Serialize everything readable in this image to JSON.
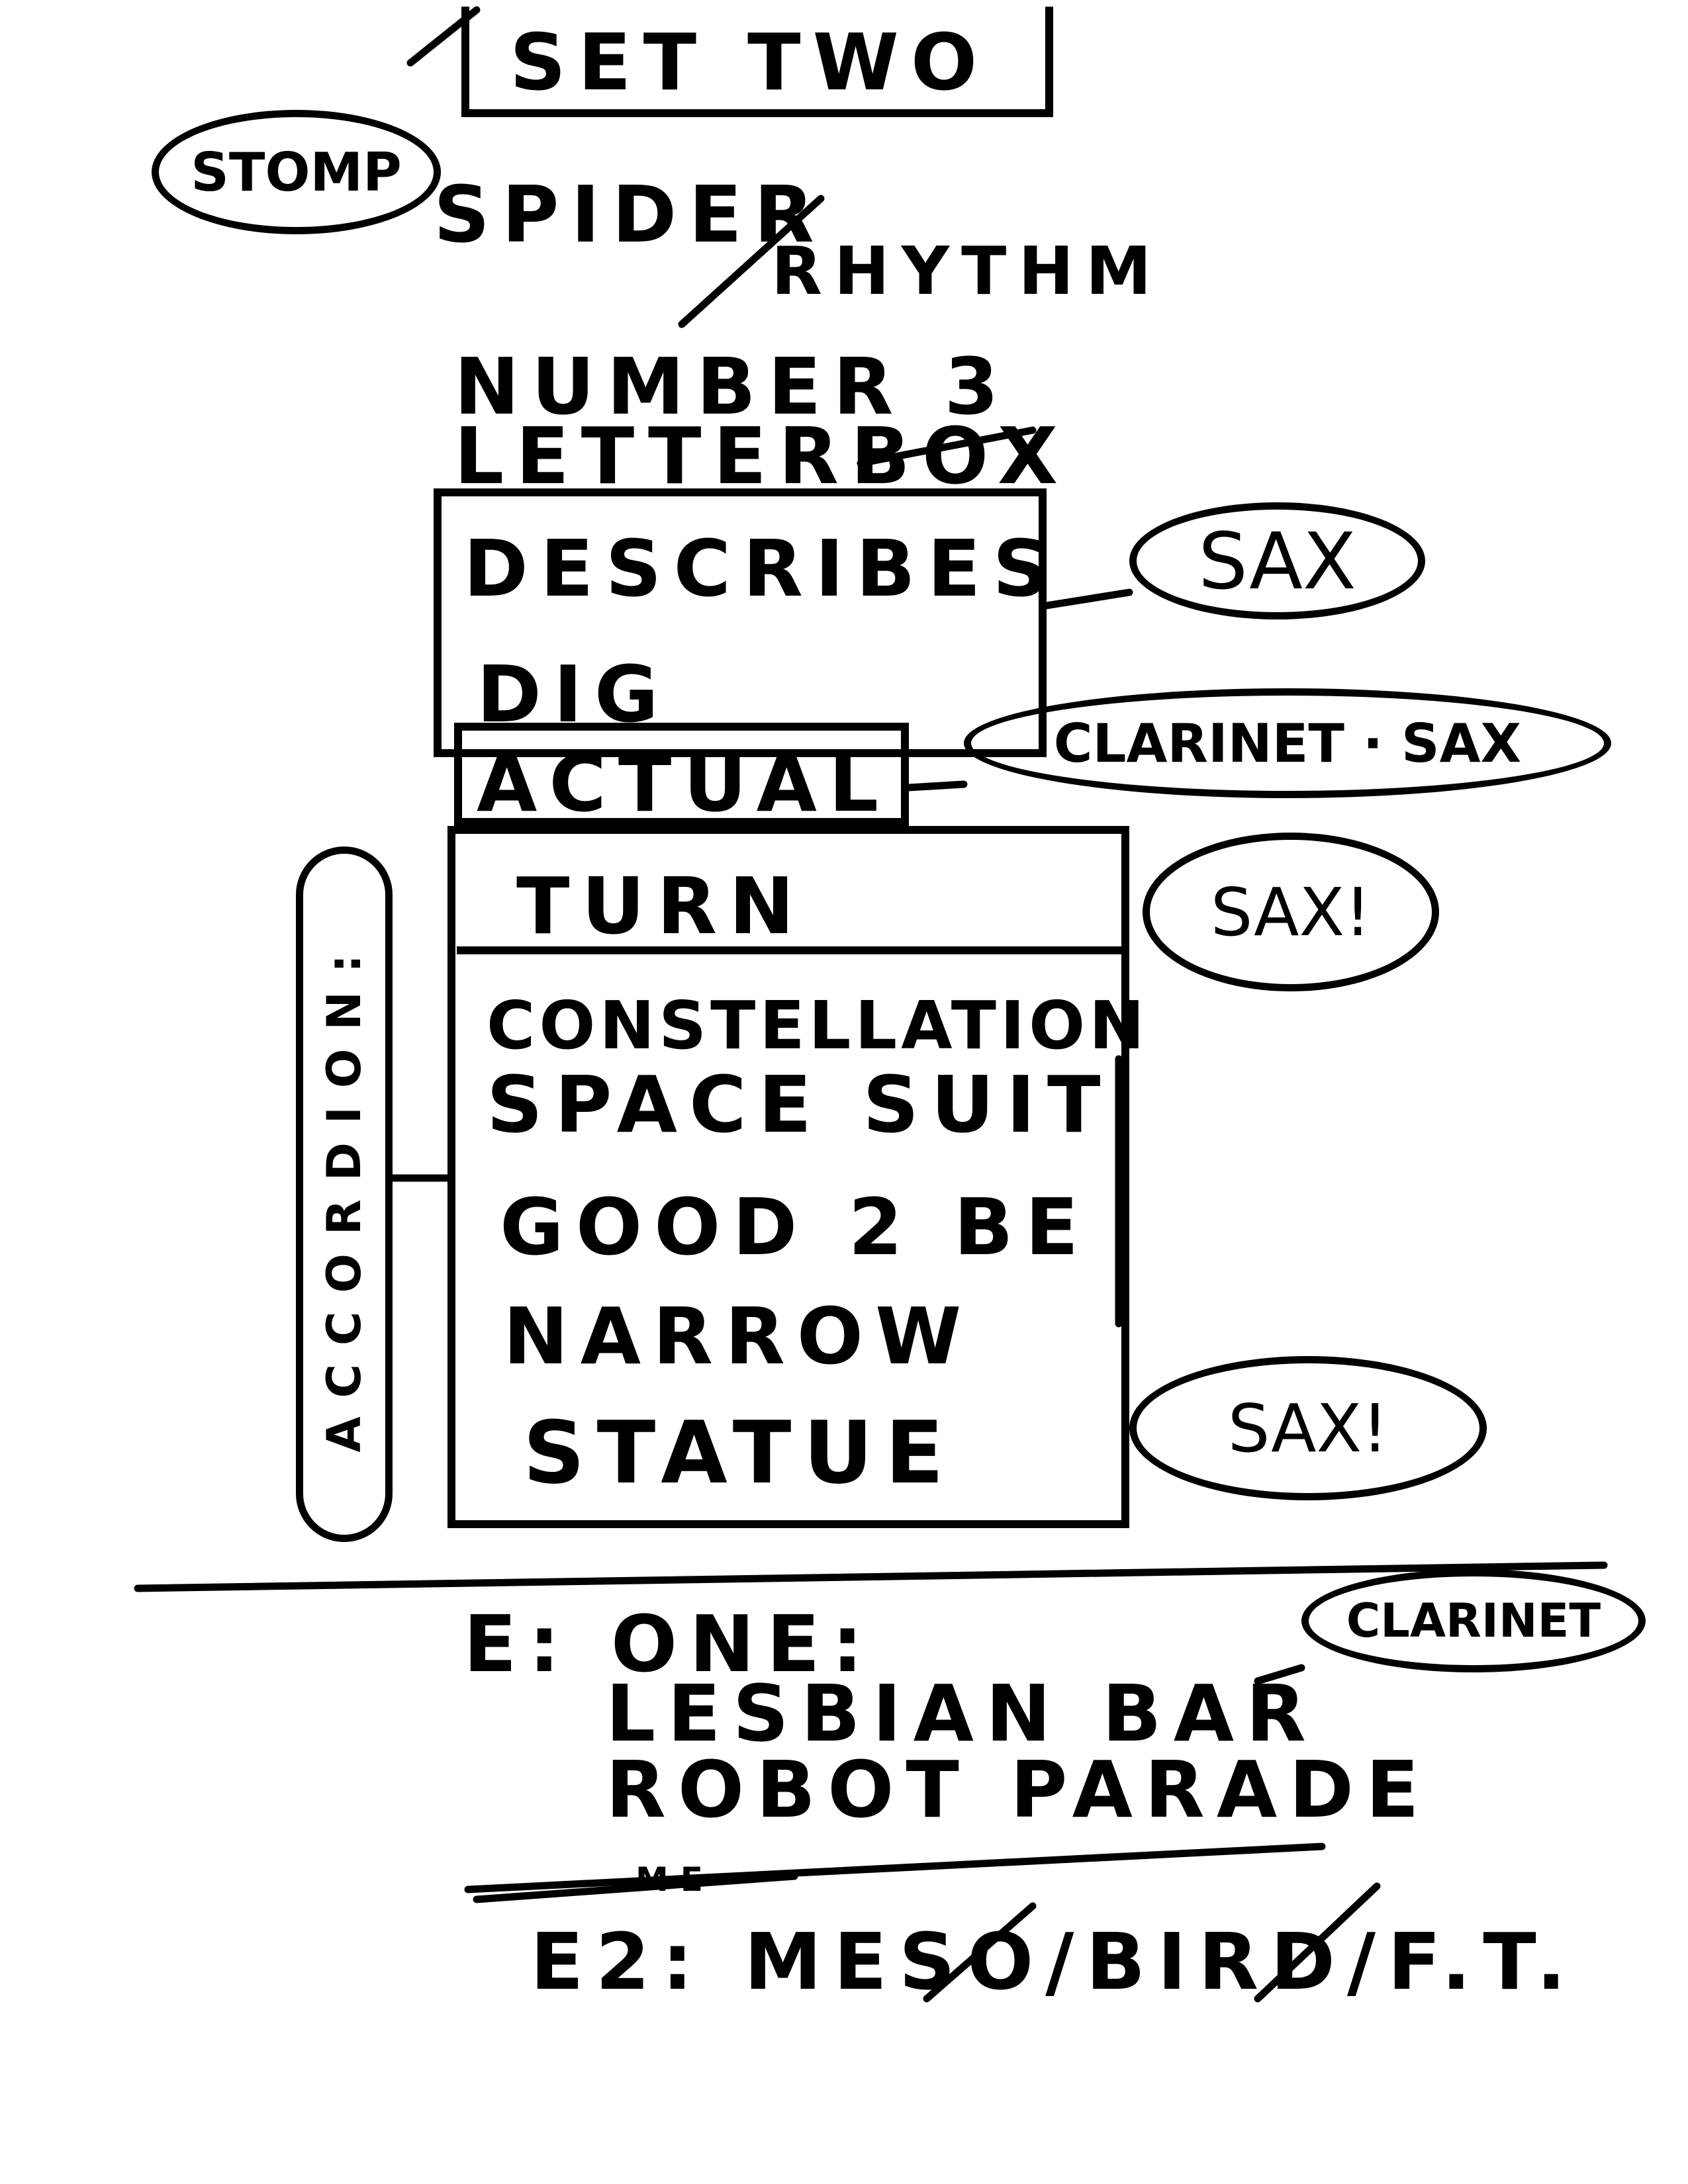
{
  "setlist": {
    "title": "SET TWO",
    "opener_note": "STOMP",
    "songs": {
      "spider": "SPIDER",
      "rhythm": "RHYTHM",
      "number3": "NUMBER 3",
      "letterbox": "LETTERBOX",
      "describes": "DESCRIBES",
      "dig": "DIG",
      "actual": "ACTUAL",
      "turn": "TURN",
      "constellation": "CONSTELLATION",
      "space_suit": "SPACE SUIT",
      "good_2_be": "GOOD 2 BE",
      "narrow": "NARROW",
      "statue": "STATUE"
    },
    "instrument_notes": {
      "sax_1": "SAX",
      "clarinet_sax": "CLARINET · SAX",
      "sax_2": "SAX!",
      "sax_3": "SAX!",
      "accordion": "ACCORDION:",
      "clarinet": "CLARINET"
    },
    "encore_one": {
      "label": "E: ONE:",
      "songs": [
        "LESBIAN BAR",
        "ROBOT PARADE"
      ],
      "struck": "ME"
    },
    "encore_two": {
      "label": "E2:",
      "songs": [
        "MESO",
        "BIRD",
        "F.T."
      ],
      "text": "E2: MESO/BIRD/F.T."
    }
  }
}
